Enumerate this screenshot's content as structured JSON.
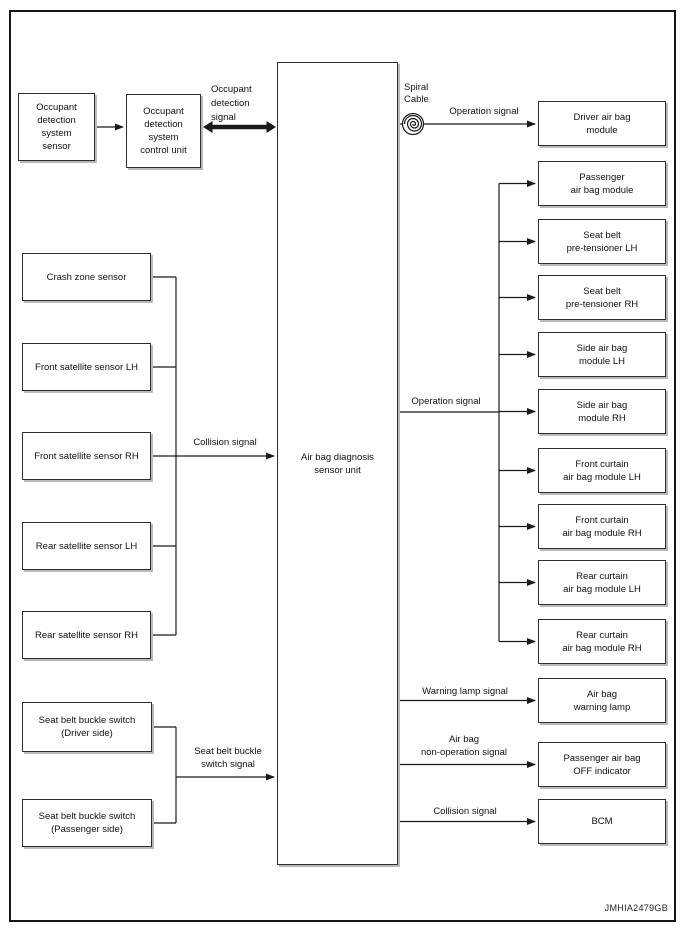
{
  "watermark": "JMHIA2479GB",
  "colors": {
    "line": "#1a1a1a",
    "box_border": "#2d2d2d",
    "box_shadow": "#b9b9b9",
    "background": "#ffffff",
    "text": "#111111"
  },
  "central": {
    "label": "Air bag diagnosis\nsensor unit"
  },
  "occupant": {
    "sensor": "Occupant\ndetection\nsystem\nsensor",
    "control_unit": "Occupant\ndetection\nsystem\ncontrol unit",
    "signal": "Occupant\ndetection\nsignal"
  },
  "spiral": {
    "label": "Spiral\nCable"
  },
  "signals": {
    "operation_top": "Operation signal",
    "operation_mid": "Operation signal",
    "collision_left": "Collision signal",
    "seat_belt": "Seat belt buckle\nswitch signal",
    "warning_lamp": "Warning lamp signal",
    "non_operation": "Air bag\nnon-operation signal",
    "collision_bottom": "Collision signal"
  },
  "left_sensors": [
    {
      "label": "Crash zone sensor"
    },
    {
      "label": "Front satellite sensor LH"
    },
    {
      "label": "Front satellite sensor RH"
    },
    {
      "label": "Rear satellite sensor LH"
    },
    {
      "label": "Rear satellite sensor RH"
    }
  ],
  "buckle_switches": [
    {
      "label": "Seat belt buckle switch\n(Driver side)"
    },
    {
      "label": "Seat belt buckle switch\n(Passenger side)"
    }
  ],
  "right_modules": {
    "driver": "Driver air bag\nmodule",
    "operation_targets": [
      "Passenger\nair bag module",
      "Seat belt\npre-tensioner LH",
      "Seat belt\npre-tensioner RH",
      "Side air bag\nmodule LH",
      "Side air bag\nmodule RH",
      "Front curtain\nair bag module LH",
      "Front curtain\nair bag module RH",
      "Rear curtain\nair bag module LH",
      "Rear curtain\nair bag module RH"
    ],
    "warning_lamp": "Air bag\nwarning lamp",
    "off_indicator": "Passenger air bag\nOFF indicator",
    "bcm": "BCM"
  }
}
